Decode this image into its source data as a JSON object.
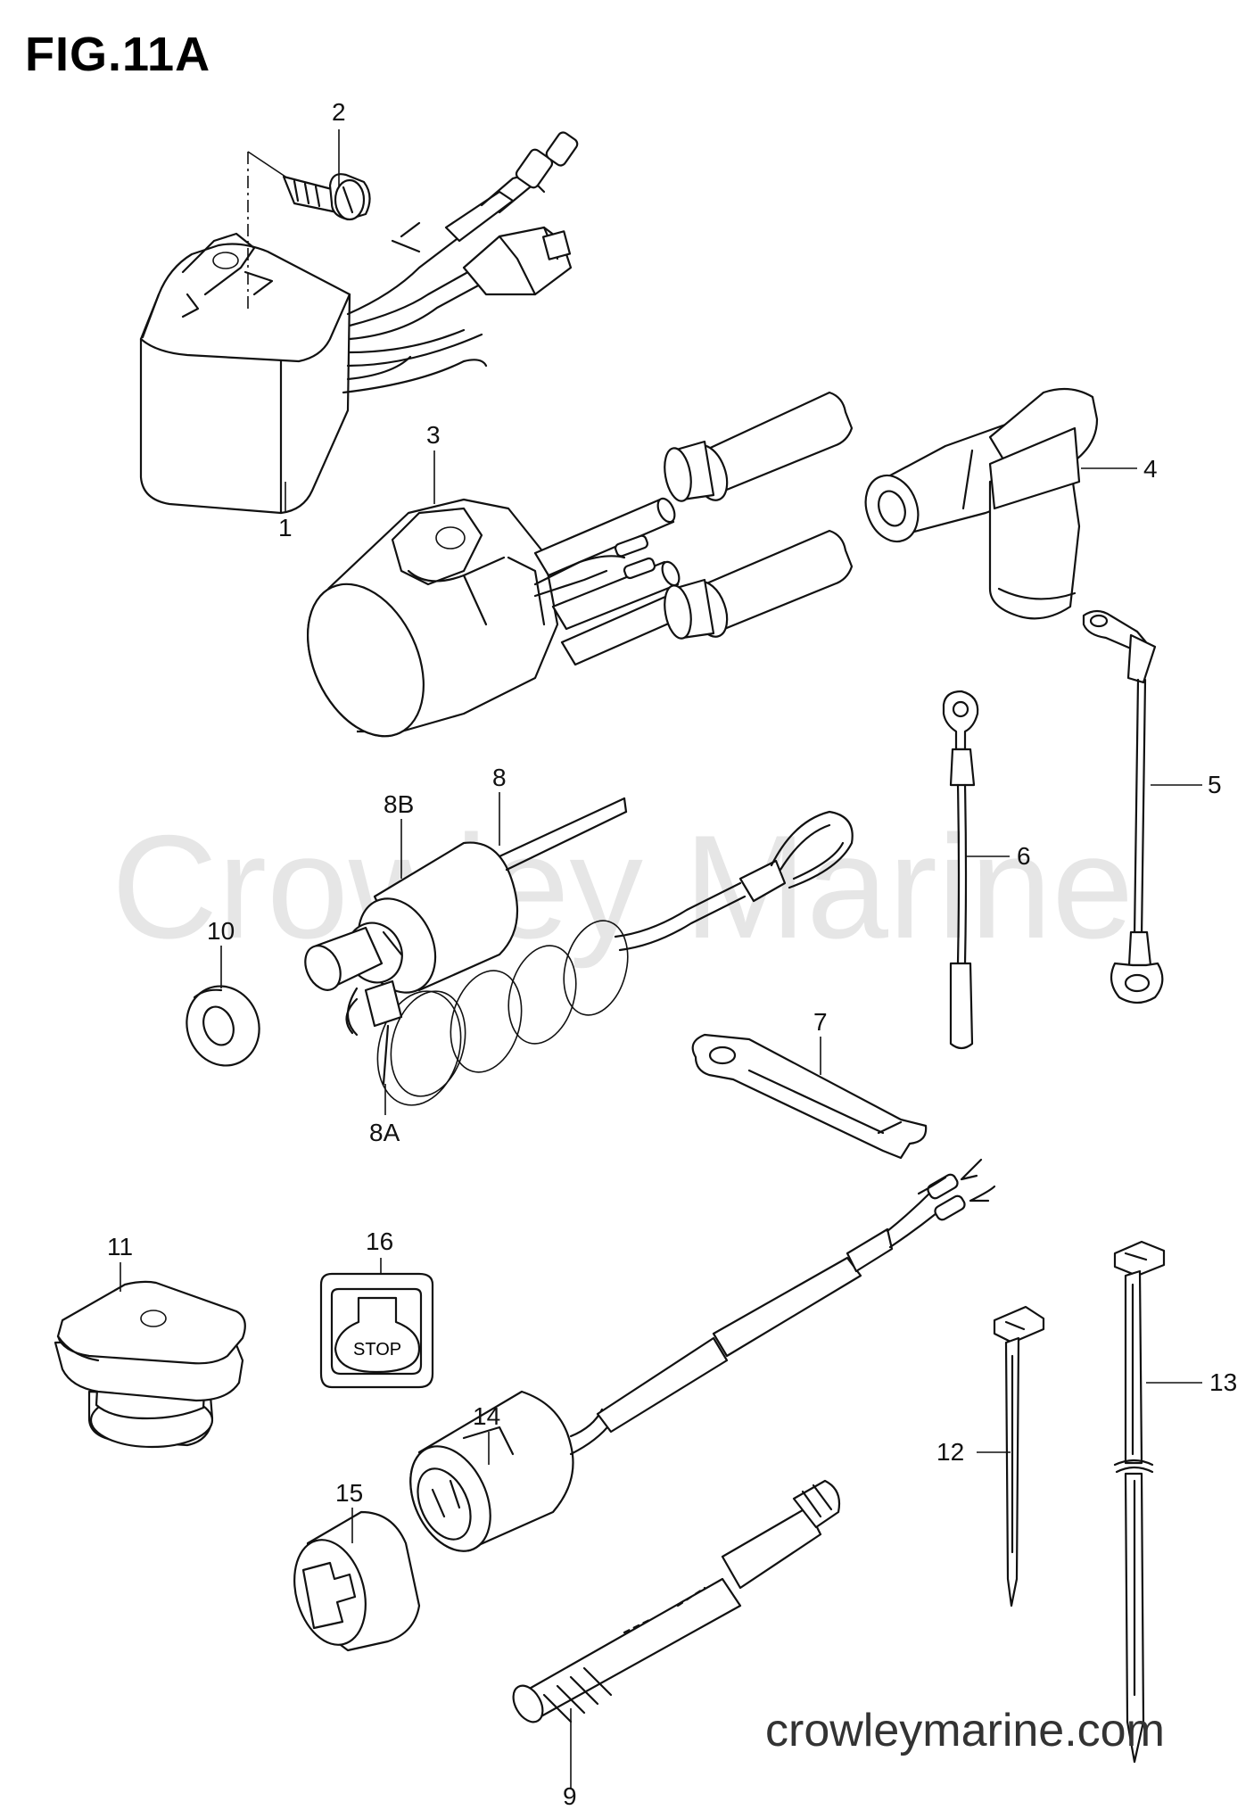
{
  "figure": {
    "title": "FIG.11A",
    "watermark": "Crowley Marine",
    "footer": "crowleymarine.com",
    "stop_label": "STOP"
  },
  "callouts": [
    {
      "id": "c1",
      "label": "1"
    },
    {
      "id": "c2",
      "label": "2"
    },
    {
      "id": "c3",
      "label": "3"
    },
    {
      "id": "c4",
      "label": "4"
    },
    {
      "id": "c5",
      "label": "5"
    },
    {
      "id": "c6",
      "label": "6"
    },
    {
      "id": "c7",
      "label": "7"
    },
    {
      "id": "c8",
      "label": "8"
    },
    {
      "id": "c8b",
      "label": "8B"
    },
    {
      "id": "c8a",
      "label": "8A"
    },
    {
      "id": "c9",
      "label": "9"
    },
    {
      "id": "c10",
      "label": "10"
    },
    {
      "id": "c11",
      "label": "11"
    },
    {
      "id": "c12",
      "label": "12"
    },
    {
      "id": "c13",
      "label": "13"
    },
    {
      "id": "c14",
      "label": "14"
    },
    {
      "id": "c15",
      "label": "15"
    },
    {
      "id": "c16",
      "label": "16"
    }
  ]
}
